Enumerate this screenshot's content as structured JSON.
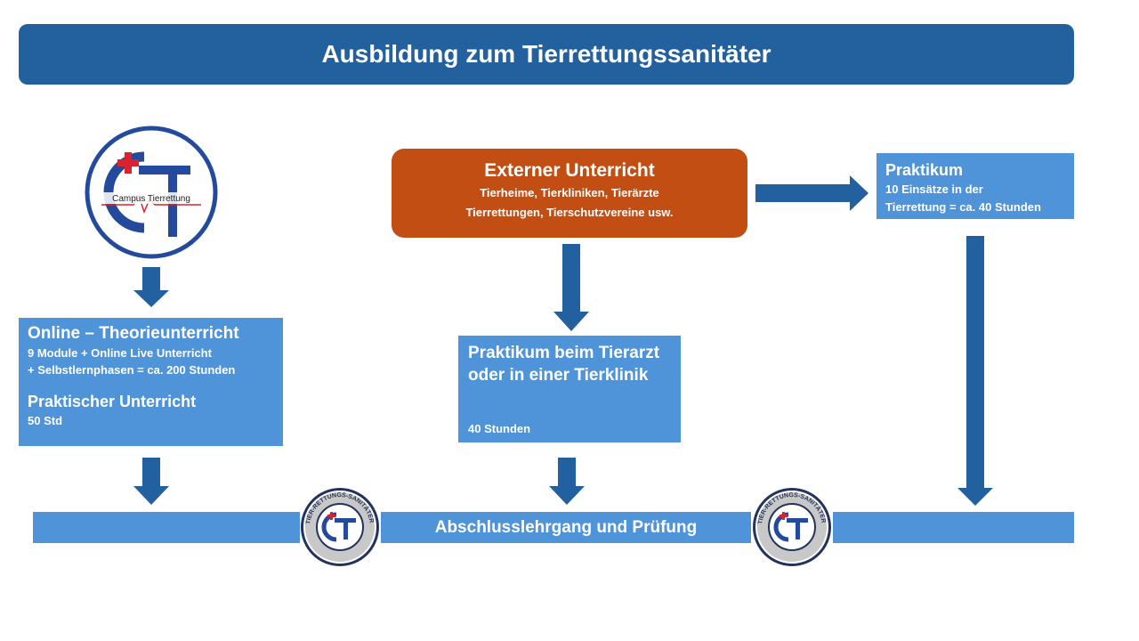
{
  "title": "Ausbildung zum Tierrettungssanitäter",
  "logo": {
    "letters": "CT",
    "text": "Campus Tierrettung"
  },
  "external": {
    "heading": "Externer Unterricht",
    "line1": "Tierheime, Tierkliniken, Tierärzte",
    "line2": "Tierrettungen, Tierschutzvereine usw."
  },
  "praktikum": {
    "heading": "Praktikum",
    "line1": "10 Einsätze in der",
    "line2": "Tierrettung = ca. 40 Stunden"
  },
  "online": {
    "heading": "Online – Theorieunterricht",
    "line1": "9 Module + Online Live Unterricht",
    "line2": "+ Selbstlernphasen = ca. 200 Stunden",
    "heading2": "Praktischer Unterricht",
    "line3": "50 Std"
  },
  "vet": {
    "heading1": "Praktikum beim Tierarzt",
    "heading2": "oder in einer Tierklinik",
    "line": "40 Stunden"
  },
  "final": {
    "label": "Abschlusslehrgang und Prüfung"
  },
  "badge": {
    "ring_text": "TIER-RETTUNGS-SANITÄTER"
  },
  "colors": {
    "title_bg": "#22609e",
    "box_blue": "#4f93d8",
    "arrow": "#2260a0",
    "external_bg": "#c24e14",
    "logo_red": "#d9232e"
  }
}
